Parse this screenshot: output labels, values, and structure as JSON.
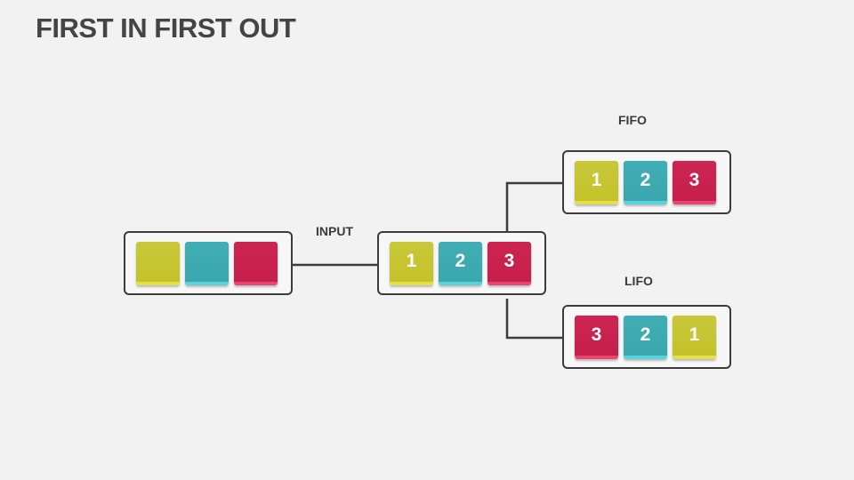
{
  "title": "FIRST IN FIRST OUT",
  "labels": {
    "input": "INPUT",
    "fifo": "FIFO",
    "lifo": "LIFO"
  },
  "colors": {
    "yellow": "#c4c22a",
    "teal": "#3aa7ae",
    "red": "#c71f4c",
    "border": "#3c3c3c",
    "background": "#f2f2f2"
  },
  "source_box": {
    "blocks": [
      {
        "color": "yellow",
        "text": ""
      },
      {
        "color": "teal",
        "text": ""
      },
      {
        "color": "red",
        "text": ""
      }
    ]
  },
  "input_box": {
    "blocks": [
      {
        "color": "yellow",
        "text": "1"
      },
      {
        "color": "teal",
        "text": "2"
      },
      {
        "color": "red",
        "text": "3"
      }
    ]
  },
  "fifo_box": {
    "blocks": [
      {
        "color": "yellow",
        "text": "1"
      },
      {
        "color": "teal",
        "text": "2"
      },
      {
        "color": "red",
        "text": "3"
      }
    ]
  },
  "lifo_box": {
    "blocks": [
      {
        "color": "red",
        "text": "3"
      },
      {
        "color": "teal",
        "text": "2"
      },
      {
        "color": "yellow",
        "text": "1"
      }
    ]
  }
}
